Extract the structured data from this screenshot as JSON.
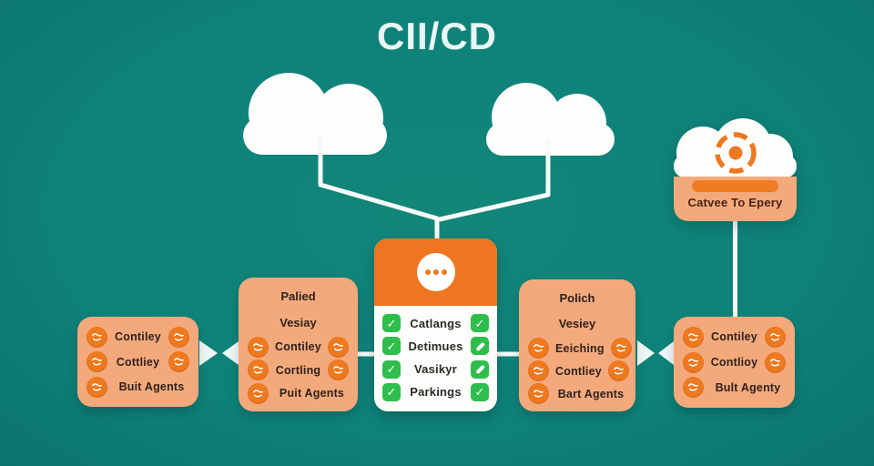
{
  "title": "CII/CD",
  "colors": {
    "background": "#0E827A",
    "panel_peach": "#F4A97C",
    "accent_orange": "#EF7620",
    "check_green": "#2EBE4C",
    "text_dark": "#2E211B",
    "white": "#FFFFFF"
  },
  "icons": {
    "clouds": "cloud-icon",
    "center_menu": "ellipsis-icon",
    "stage_row_icon": "gear-scribble-icon",
    "checklist_check": "check-icon",
    "checklist_wrench": "wrench-icon",
    "badge_icon": "shutter-icon",
    "flow_arrows": "arrow-right-icon"
  },
  "stages": [
    {
      "rows": [
        {
          "label": "Contiley"
        },
        {
          "label": "Cottliey"
        },
        {
          "label": "Buit Agents"
        }
      ]
    },
    {
      "header": [
        "Palied",
        "Vesiay"
      ],
      "rows": [
        {
          "label": "Contiley"
        },
        {
          "label": "Cortling"
        },
        {
          "label": "Puit Agents"
        }
      ]
    },
    {
      "header": [
        "Polich",
        "Vesiey"
      ],
      "rows": [
        {
          "label": "Eeiching"
        },
        {
          "label": "Contliey"
        },
        {
          "label": "Bart Agents"
        }
      ]
    },
    {
      "rows": [
        {
          "label": "Contiley"
        },
        {
          "label": "Contlioy"
        },
        {
          "label": "Bult Agenty"
        }
      ]
    }
  ],
  "checklist": {
    "items": [
      {
        "label": "Catlangs",
        "left_icon": "check",
        "right_icon": "check"
      },
      {
        "label": "Detimues",
        "left_icon": "check",
        "right_icon": "wrench"
      },
      {
        "label": "Vasikyr",
        "left_icon": "check",
        "right_icon": "wrench"
      },
      {
        "label": "Parkings",
        "left_icon": "check",
        "right_icon": "check"
      }
    ]
  },
  "cloud_badge": {
    "label": "Catvee To Epery"
  }
}
